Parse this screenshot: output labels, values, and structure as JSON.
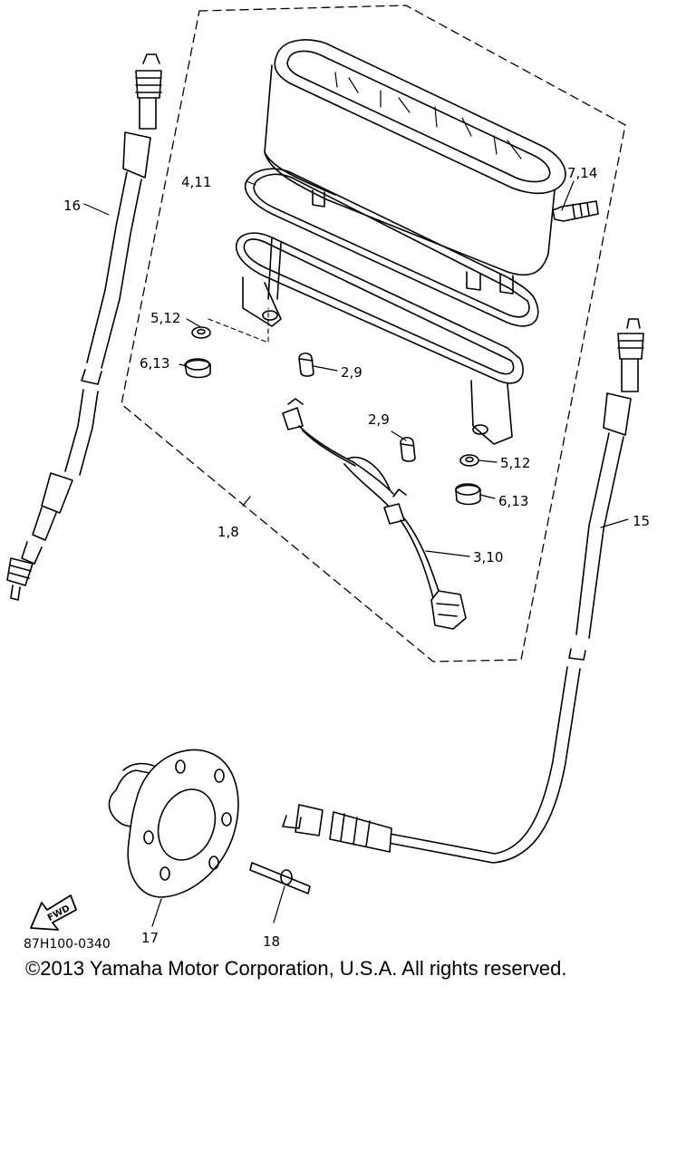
{
  "diagram": {
    "callouts": {
      "c_4_11": "4,11",
      "c_7_14": "7,14",
      "c_16": "16",
      "c_5_12_a": "5,12",
      "c_6_13_a": "6,13",
      "c_2_9_a": "2,9",
      "c_2_9_b": "2,9",
      "c_5_12_b": "5,12",
      "c_6_13_b": "6,13",
      "c_1_8": "1,8",
      "c_3_10": "3,10",
      "c_15": "15",
      "c_17": "17",
      "c_18": "18"
    },
    "fwd_label": "FWD",
    "diagram_code": "87H100-0340"
  },
  "footer": {
    "copyright": "©2013 Yamaha Motor Corporation, U.S.A. All rights reserved."
  },
  "colors": {
    "line": "#000000",
    "background": "#ffffff"
  }
}
